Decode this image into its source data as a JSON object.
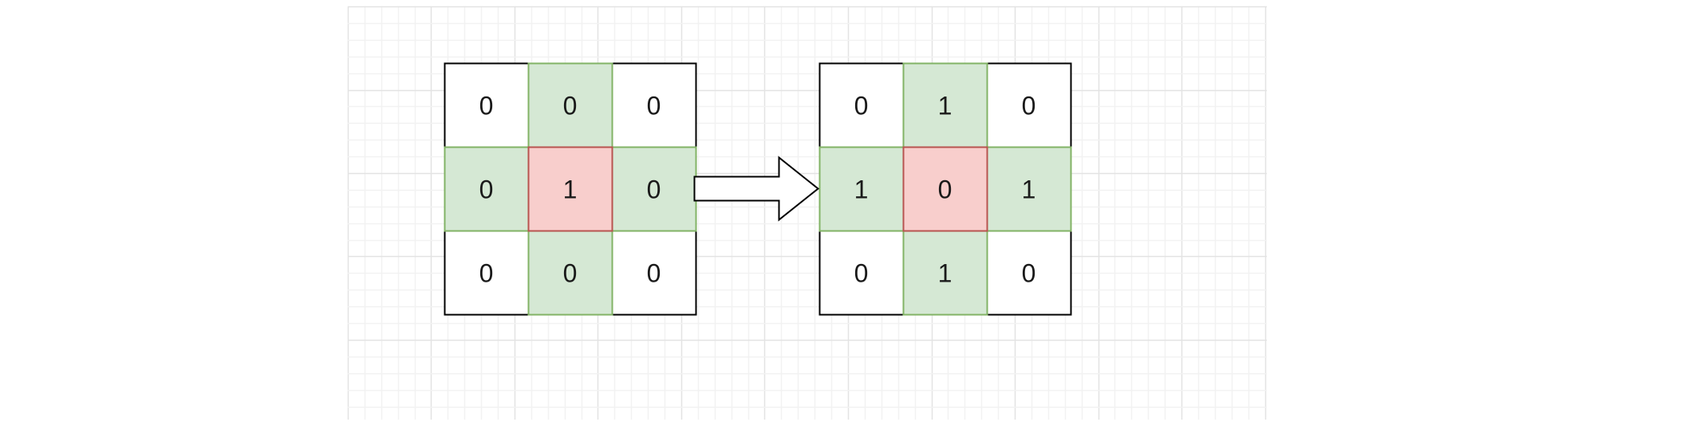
{
  "colors": {
    "canvas_background": "#ffffff",
    "grid_minor": "#f2f2f2",
    "grid_major": "#e3e3e3",
    "plain_cell_fill": "#ffffff",
    "plain_cell_stroke": "#000000",
    "neighbor_cell_fill": "#d5e8d4",
    "neighbor_cell_stroke": "#82b366",
    "center_cell_fill": "#f8cecc",
    "center_cell_stroke": "#b85450",
    "arrow_fill": "#ffffff",
    "arrow_stroke": "#000000"
  },
  "grids": [
    {
      "name": "before",
      "rows": [
        [
          {
            "value": "0",
            "role": "plain"
          },
          {
            "value": "0",
            "role": "neighbor"
          },
          {
            "value": "0",
            "role": "plain"
          }
        ],
        [
          {
            "value": "0",
            "role": "neighbor"
          },
          {
            "value": "1",
            "role": "center"
          },
          {
            "value": "0",
            "role": "neighbor"
          }
        ],
        [
          {
            "value": "0",
            "role": "plain"
          },
          {
            "value": "0",
            "role": "neighbor"
          },
          {
            "value": "0",
            "role": "plain"
          }
        ]
      ]
    },
    {
      "name": "after",
      "rows": [
        [
          {
            "value": "0",
            "role": "plain"
          },
          {
            "value": "1",
            "role": "neighbor"
          },
          {
            "value": "0",
            "role": "plain"
          }
        ],
        [
          {
            "value": "1",
            "role": "neighbor"
          },
          {
            "value": "0",
            "role": "center"
          },
          {
            "value": "1",
            "role": "neighbor"
          }
        ],
        [
          {
            "value": "0",
            "role": "plain"
          },
          {
            "value": "1",
            "role": "neighbor"
          },
          {
            "value": "0",
            "role": "plain"
          }
        ]
      ]
    }
  ],
  "arrow": {
    "direction": "right",
    "icon": "block-arrow-right-icon"
  }
}
